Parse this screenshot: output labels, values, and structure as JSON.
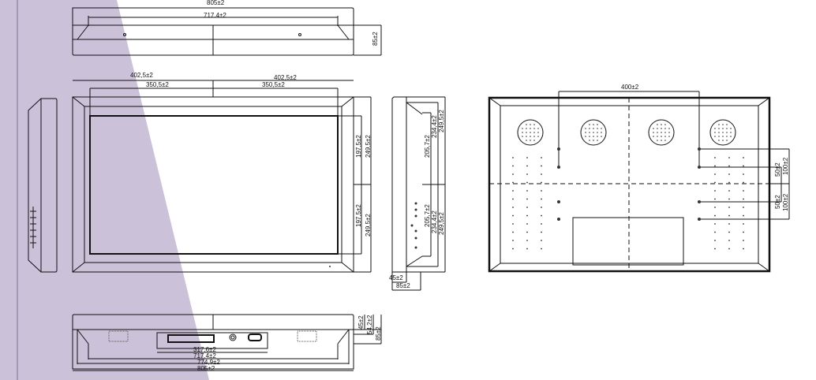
{
  "colors": {
    "background": "#ffffff",
    "wedge": "#c9bfd8",
    "line": "#111111"
  },
  "top_view": {
    "overall_width": "805±2",
    "inner_width": "717.4±2",
    "depth": "85±2"
  },
  "front_view": {
    "half_width_left": "402,5±2",
    "half_width_right": "402,5±2",
    "half_inner_left": "350,5±2",
    "half_inner_right": "350,5±2",
    "upper_inner_height": "197,5±2",
    "upper_outer_height": "249,5±2",
    "lower_inner_height": "197,5±2",
    "lower_outer_height": "249,5±2"
  },
  "side_view": {
    "upper_a": "205,7±2",
    "upper_b": "234,4±2",
    "upper_c": "249,5±2",
    "lower_a": "205,7±2",
    "lower_b": "234,4±2",
    "lower_c": "249,5±2",
    "depth_inner": "45±2",
    "depth_outer": "85±2"
  },
  "bottom_view": {
    "ports_width": "317,6±2",
    "inner_width": "717,4±2",
    "mid_width": "774,9±2",
    "overall_width": "805±2",
    "height_a": "45±2",
    "height_b": "54,2±2",
    "height_c": "85±2"
  },
  "back_view": {
    "vesa_width": "400±2",
    "upper_a": "50±2",
    "upper_b": "100±2",
    "lower_a": "50±2",
    "lower_b": "100±2"
  }
}
